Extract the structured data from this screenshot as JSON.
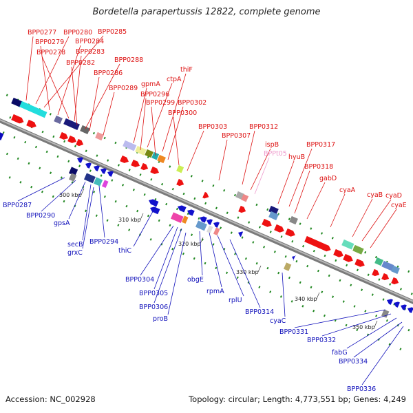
{
  "title": "Bordetella parapertussis 12822, complete genome",
  "footer": {
    "accession": "Accession: NC_002928",
    "topology": "Topology: circular; Length: 4,773,551 bp; Genes: 4,249"
  },
  "colors": {
    "forward": "#ee1111",
    "reverse": "#1111cc",
    "pseudo": "#ee99cc",
    "backbone": "#888888",
    "dots": "#228822"
  },
  "scale_labels": [
    "300 kbp",
    "310 kbp",
    "320 kbp",
    "330 kbp",
    "340 kbp",
    "350 kbp"
  ],
  "top_labels": [
    {
      "text": "BPP0277",
      "color": "red"
    },
    {
      "text": "BPP0280",
      "color": "red"
    },
    {
      "text": "BPP0285",
      "color": "red"
    },
    {
      "text": "BPP0279",
      "color": "red"
    },
    {
      "text": "BPP0284",
      "color": "red"
    },
    {
      "text": "BPP0278",
      "color": "red"
    },
    {
      "text": "BPP0283",
      "color": "red"
    },
    {
      "text": "BPP0282",
      "color": "red"
    },
    {
      "text": "BPP0288",
      "color": "red"
    },
    {
      "text": "BPP0286",
      "color": "red"
    },
    {
      "text": "thiF",
      "color": "red"
    },
    {
      "text": "gpmA",
      "color": "red"
    },
    {
      "text": "ctpA",
      "color": "red"
    },
    {
      "text": "BPP0289",
      "color": "red"
    },
    {
      "text": "BPP0296",
      "color": "red"
    },
    {
      "text": "BPP0299",
      "color": "red"
    },
    {
      "text": "BPP0302",
      "color": "red"
    },
    {
      "text": "BPP0300",
      "color": "red"
    },
    {
      "text": "BPP0303",
      "color": "red"
    },
    {
      "text": "BPP0312",
      "color": "red"
    },
    {
      "text": "BPP0307",
      "color": "red"
    },
    {
      "text": "ispB",
      "color": "red"
    },
    {
      "text": "BPP0317",
      "color": "red"
    },
    {
      "text": "BPPt05",
      "color": "pink"
    },
    {
      "text": "hyuB",
      "color": "red"
    },
    {
      "text": "BPP0318",
      "color": "red"
    },
    {
      "text": "gabD",
      "color": "red"
    },
    {
      "text": "cyaA",
      "color": "red"
    },
    {
      "text": "cyaB",
      "color": "red"
    },
    {
      "text": "cyaD",
      "color": "red"
    },
    {
      "text": "cyaE",
      "color": "red"
    }
  ],
  "bottom_labels": [
    {
      "text": "BPP0287",
      "color": "blue"
    },
    {
      "text": "BPP0290",
      "color": "blue"
    },
    {
      "text": "gpsA",
      "color": "blue"
    },
    {
      "text": "secB",
      "color": "blue"
    },
    {
      "text": "BPP0294",
      "color": "blue"
    },
    {
      "text": "grxC",
      "color": "blue"
    },
    {
      "text": "thiC",
      "color": "blue"
    },
    {
      "text": "BPP0304",
      "color": "blue"
    },
    {
      "text": "BPP0305",
      "color": "blue"
    },
    {
      "text": "BPP0306",
      "color": "blue"
    },
    {
      "text": "obgE",
      "color": "blue"
    },
    {
      "text": "rpmA",
      "color": "blue"
    },
    {
      "text": "rplU",
      "color": "blue"
    },
    {
      "text": "proB",
      "color": "blue"
    },
    {
      "text": "BPP0314",
      "color": "blue"
    },
    {
      "text": "cyaC",
      "color": "blue"
    },
    {
      "text": "BPP0331",
      "color": "blue"
    },
    {
      "text": "BPP0332",
      "color": "blue"
    },
    {
      "text": "fabG",
      "color": "blue"
    },
    {
      "text": "BPP0334",
      "color": "blue"
    },
    {
      "text": "BPP0336",
      "color": "blue"
    }
  ]
}
